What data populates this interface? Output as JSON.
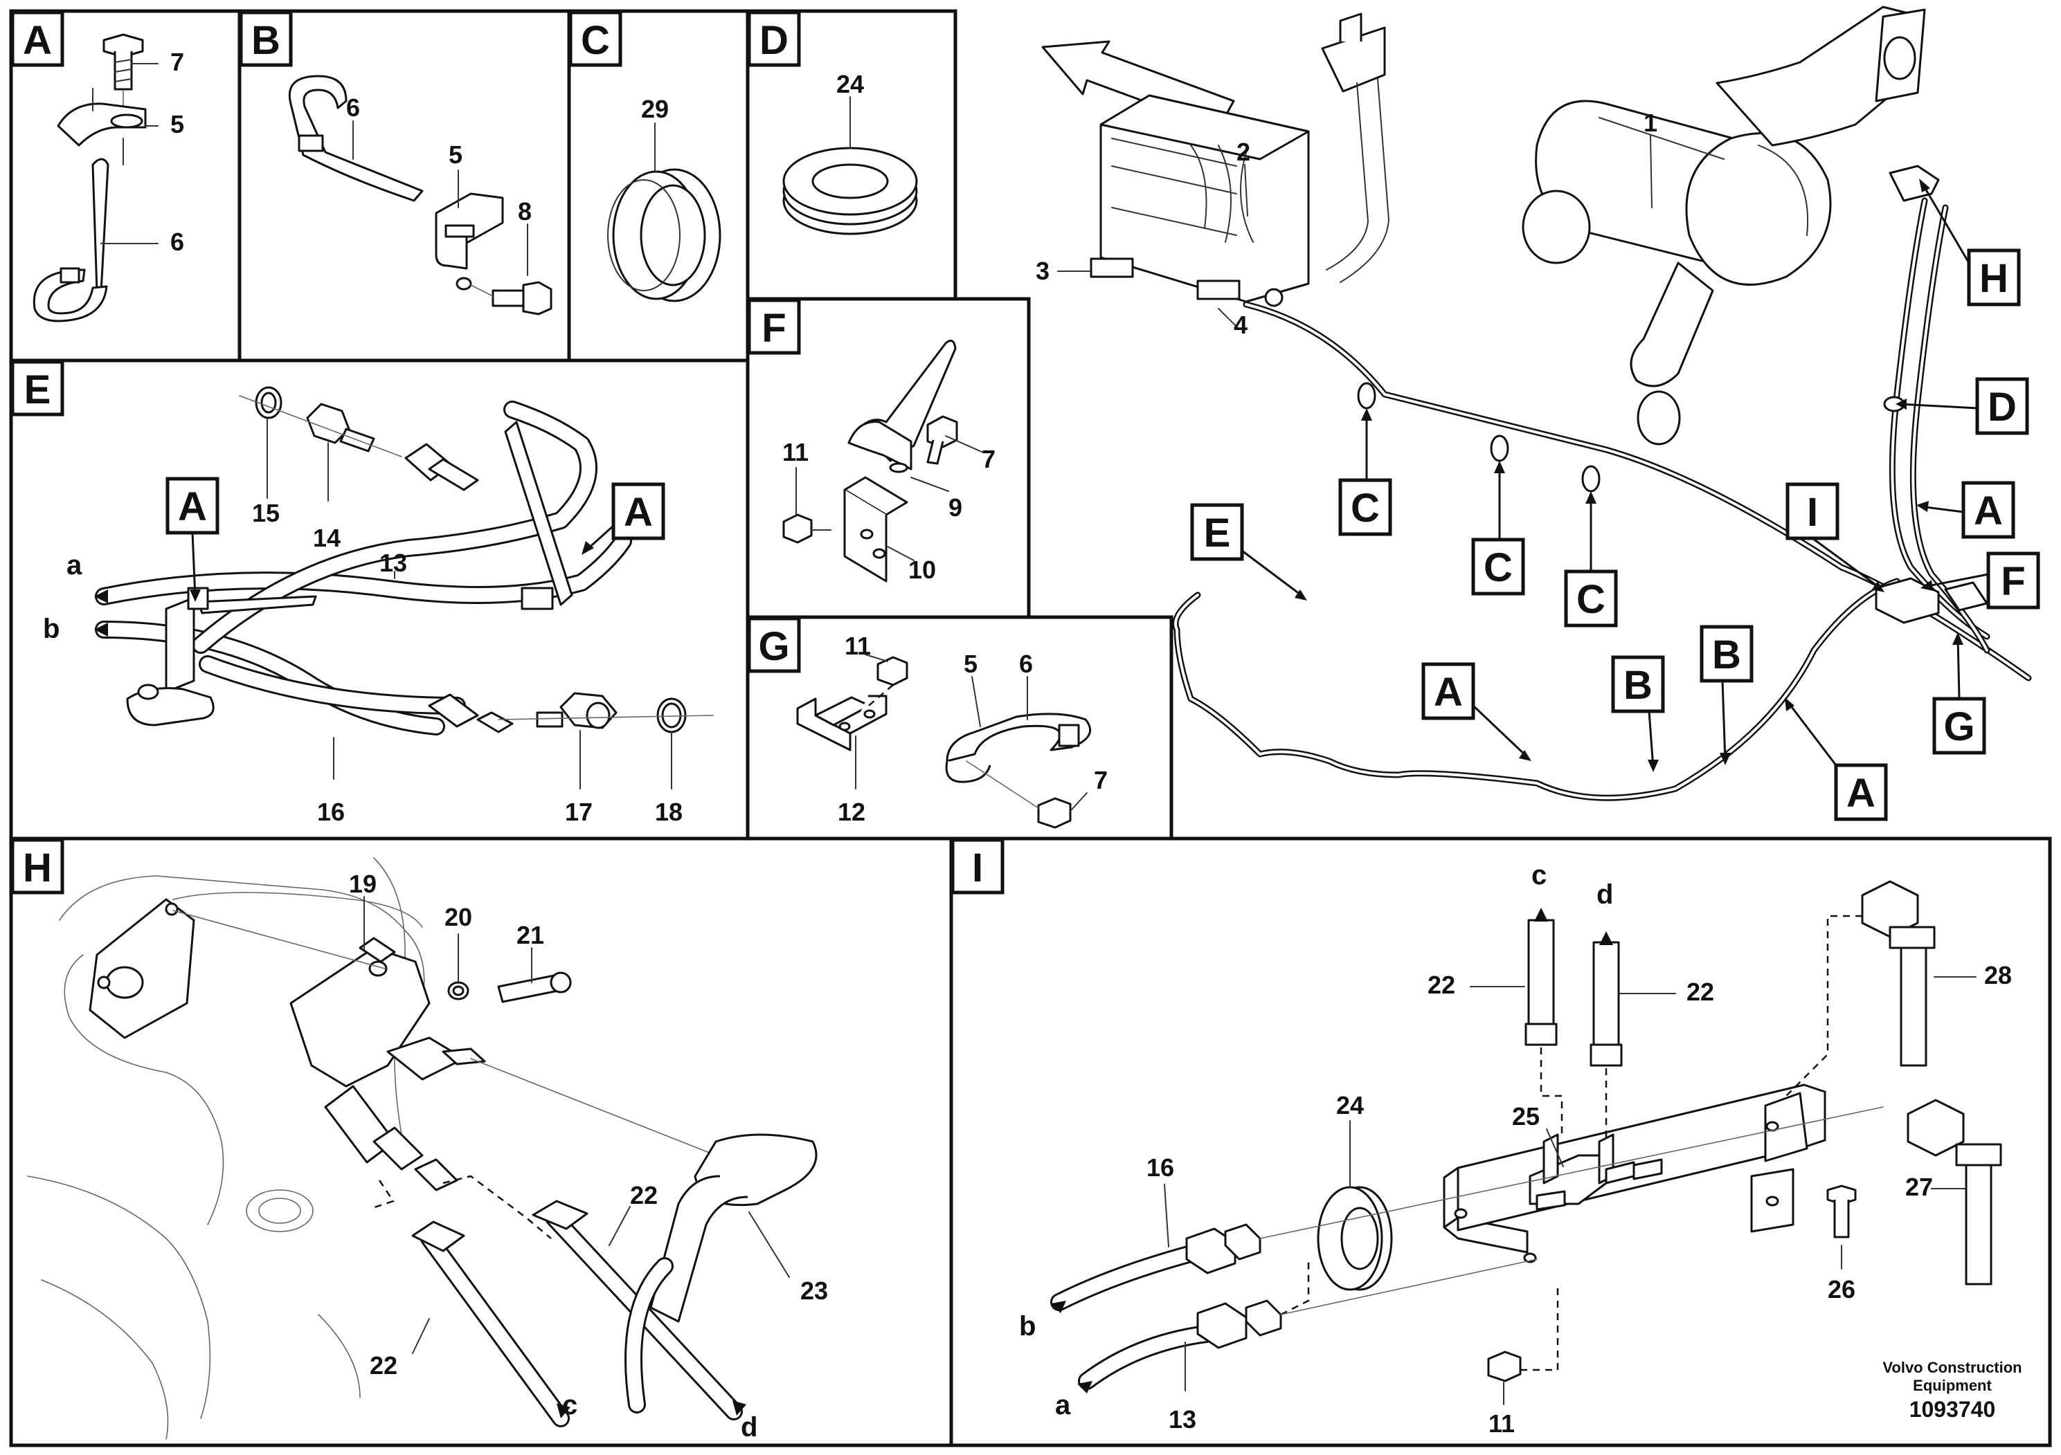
{
  "panels": {
    "A": {
      "label": "A",
      "callouts": [
        "7",
        "5",
        "6"
      ]
    },
    "B": {
      "label": "B",
      "callouts": [
        "6",
        "5",
        "8"
      ]
    },
    "C": {
      "label": "C",
      "callouts": [
        "29"
      ]
    },
    "D": {
      "label": "D",
      "callouts": [
        "24"
      ]
    },
    "E": {
      "label": "E",
      "callouts": [
        "15",
        "14",
        "13",
        "16",
        "17",
        "18"
      ],
      "tags": [
        "A",
        "A"
      ],
      "hose_ends": [
        "a",
        "b"
      ]
    },
    "F": {
      "label": "F",
      "callouts": [
        "11",
        "7",
        "9",
        "10"
      ]
    },
    "G": {
      "label": "G",
      "callouts": [
        "11",
        "5",
        "6",
        "12",
        "7"
      ]
    },
    "H": {
      "label": "H",
      "callouts": [
        "19",
        "20",
        "21",
        "22",
        "22",
        "23"
      ],
      "hose_ends": [
        "c",
        "d"
      ]
    },
    "I": {
      "label": "I",
      "callouts": [
        "c",
        "d",
        "22",
        "22",
        "28",
        "25",
        "24",
        "16",
        "27",
        "26",
        "b",
        "a",
        "13",
        "11"
      ]
    }
  },
  "overview": {
    "parts": [
      "1",
      "2",
      "3",
      "4"
    ],
    "tags": [
      "H",
      "D",
      "A",
      "I",
      "F",
      "G",
      "A",
      "B",
      "B",
      "A",
      "C",
      "C",
      "C",
      "E"
    ]
  },
  "footer": {
    "company_line1": "Volvo Construction",
    "company_line2": "Equipment",
    "doc_number": "1093740"
  }
}
